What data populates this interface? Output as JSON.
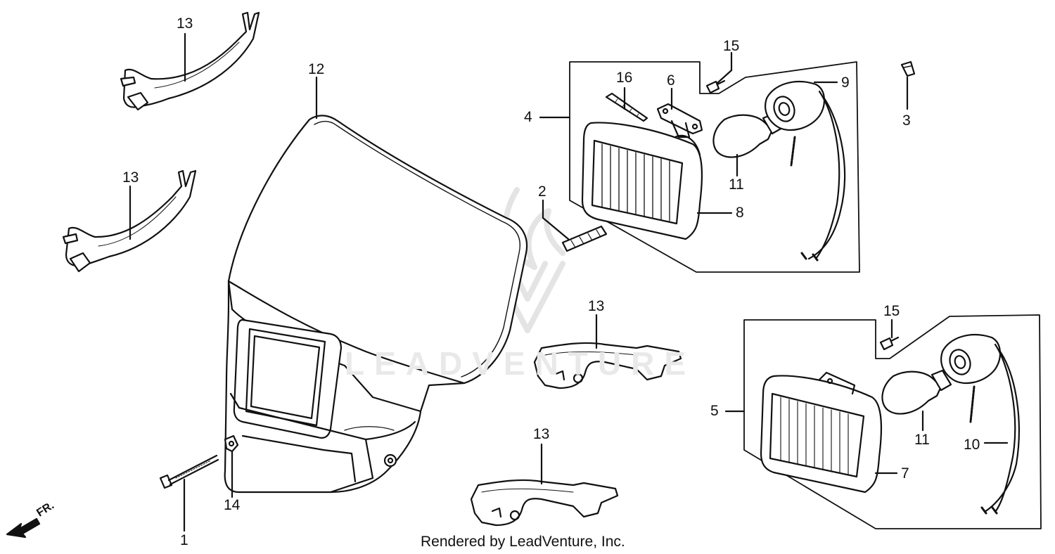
{
  "callouts": {
    "c1": "1",
    "c2": "2",
    "c3": "3",
    "c4": "4",
    "c5": "5",
    "c6": "6",
    "c7": "7",
    "c8": "8",
    "c9": "9",
    "c10": "10",
    "c11a": "11",
    "c11b": "11",
    "c12": "12",
    "c13a": "13",
    "c13b": "13",
    "c13c": "13",
    "c13d": "13",
    "c14": "14",
    "c15a": "15",
    "c15b": "15",
    "c16": "16"
  },
  "direction_label": "FR.",
  "watermark": "LEADVENTURE",
  "footer": "Rendered by LeadVenture, Inc.",
  "colors": {
    "line": "#111111",
    "watermark": "#e6e6e6",
    "background": "#ffffff"
  }
}
